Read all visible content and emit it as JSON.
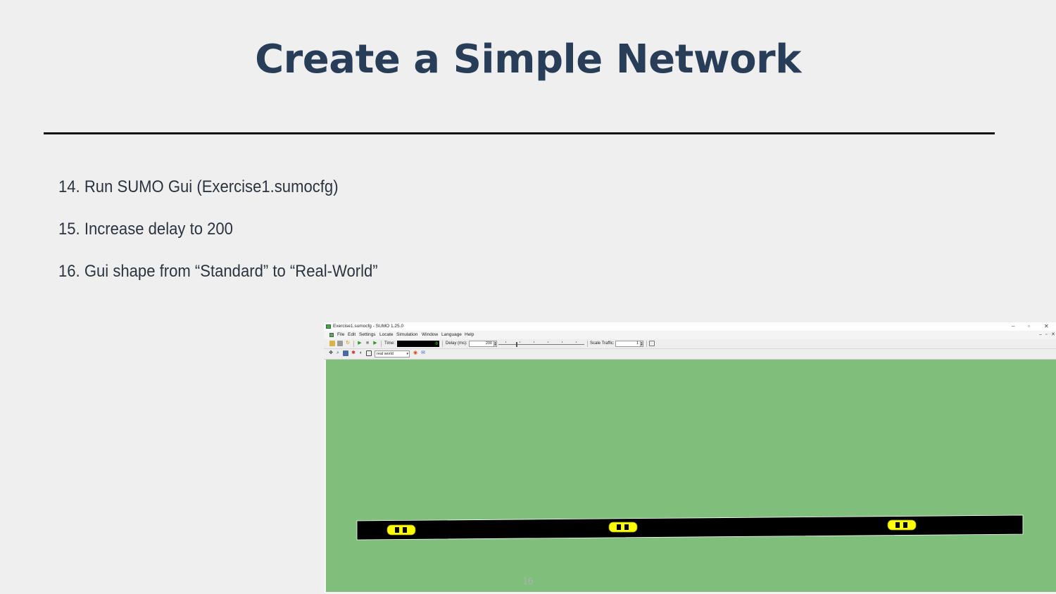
{
  "slide": {
    "title": "Create a Simple Network",
    "steps": [
      "14. Run SUMO Gui (Exercise1.sumocfg)",
      "15. Increase delay to 200",
      "16. Gui shape from “Standard” to “Real-World”"
    ],
    "page_number": "16"
  },
  "sumo": {
    "window_title": "Exercise1.sumocfg - SUMO 1.25.0",
    "menu": [
      "File",
      "Edit",
      "Settings",
      "Locate",
      "Simulation",
      "Window",
      "Language",
      "Help"
    ],
    "toolbar": {
      "time_label": "Time:",
      "time_value": "0",
      "delay_label": "Delay (ms):",
      "delay_value": "200",
      "scale_label": "Scale Traffic:",
      "scale_value": "1"
    },
    "view": {
      "scheme": "real world"
    },
    "colors": {
      "grass": "#7fbf7b",
      "road": "#000000",
      "vehicle": "#ffff00"
    }
  }
}
